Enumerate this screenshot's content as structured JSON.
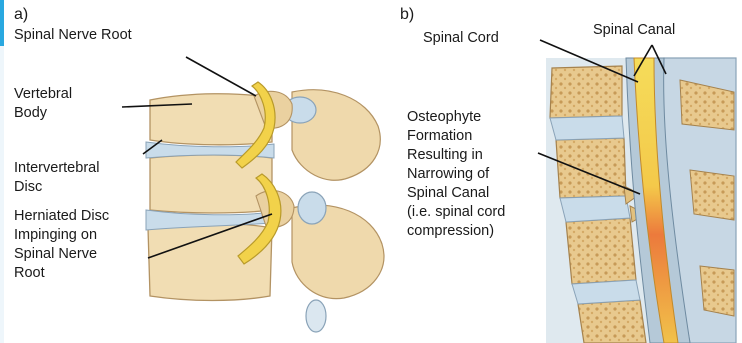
{
  "panel_a": {
    "tag": "a)",
    "labels": {
      "nerve_root": "Spinal Nerve Root",
      "vertebral_body": [
        "Vertebral",
        "Body"
      ],
      "disc": [
        "Intervertebral",
        "Disc"
      ],
      "herniated": [
        "Herniated Disc",
        "Impinging on",
        "Spinal Nerve",
        "Root"
      ]
    }
  },
  "panel_b": {
    "tag": "b)",
    "labels": {
      "cord": "Spinal Cord",
      "canal": "Spinal Canal",
      "osteophyte": [
        "Osteophyte",
        "Formation",
        "Resulting in",
        "Narrowing of",
        "Spinal Canal",
        "(i.e. spinal cord",
        "compression)"
      ]
    }
  },
  "colors": {
    "accent": "#29a8e0",
    "bone": "#f1ddb3",
    "disc": "#c9dcea",
    "nerve": "#f2d24a",
    "cord_compressed": "#ec7a3c"
  }
}
